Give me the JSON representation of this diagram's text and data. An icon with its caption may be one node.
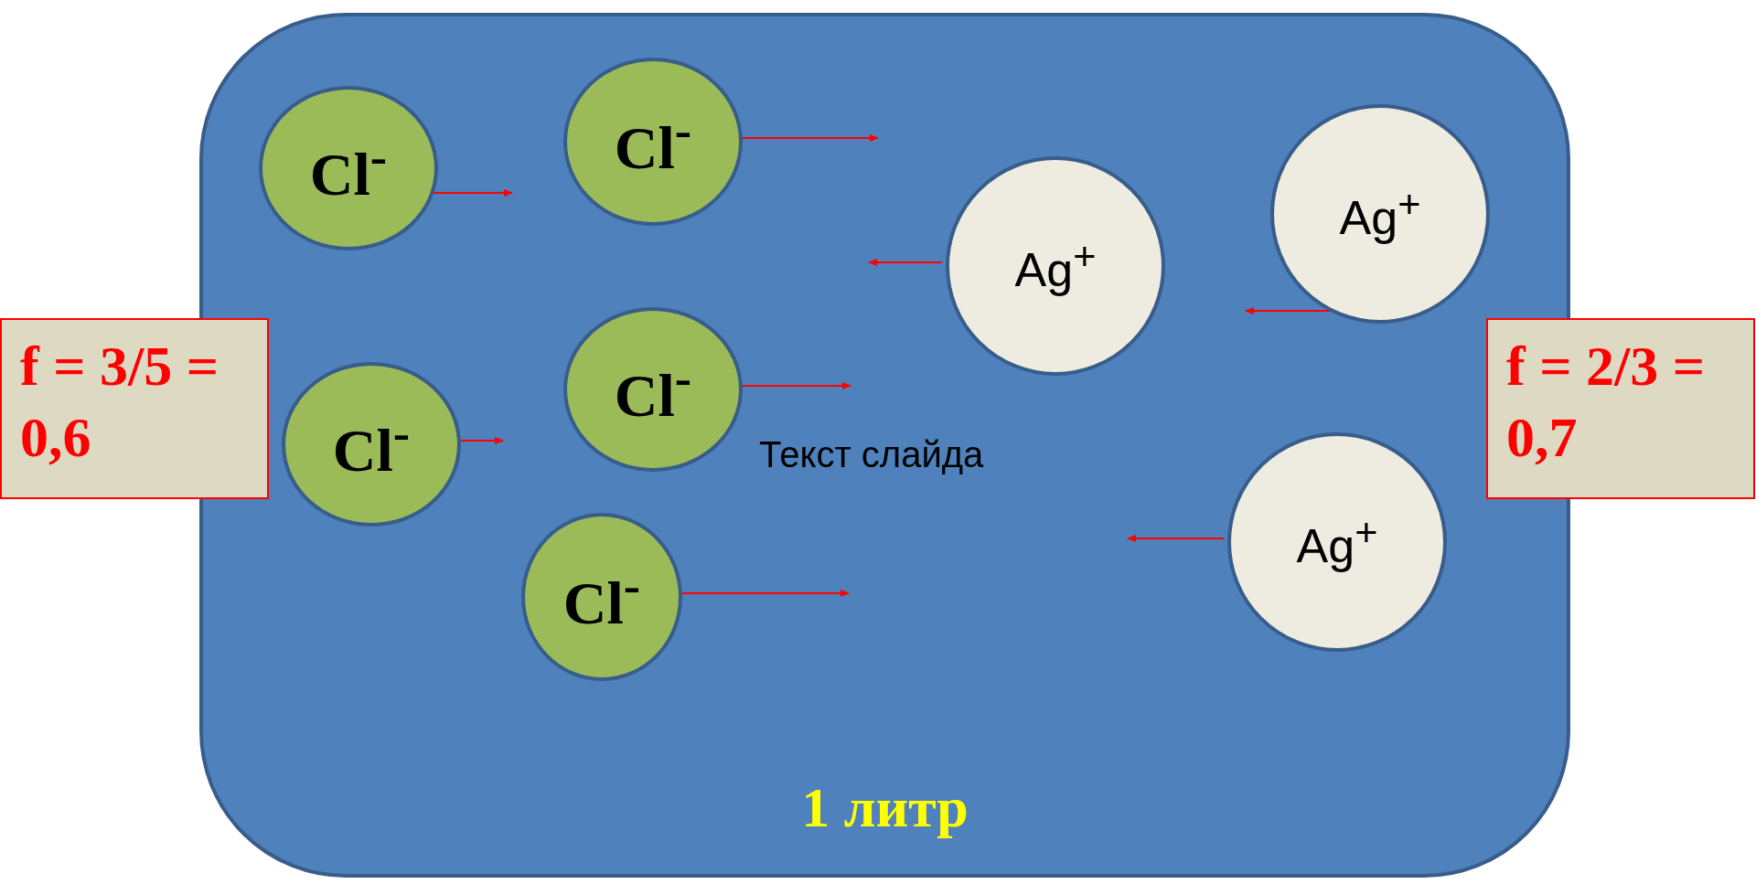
{
  "diagram": {
    "nodes": [
      {
        "text": [
          "1 литр"
        ]
      },
      {
        "text": [
          "Cl$^{-}$"
        ],
        "in": 0
      },
      {
        "text": [
          "Cl$^{-}$"
        ],
        "in": 0
      },
      {
        "text": [
          "Cl$^{-}$"
        ],
        "in": 0
      },
      {
        "text": [
          "Cl$^{-}$"
        ],
        "in": 0
      },
      {
        "text": [
          "Cl$^{-}$"
        ],
        "in": 0
      },
      {
        "text": [
          "Ag$^{+}$"
        ],
        "in": 0
      },
      {
        "text": [
          "Ag$^{+}$"
        ],
        "in": 0
      },
      {
        "text": [
          "Ag$^{+}$"
        ],
        "in": 0
      },
      {
        "text": [
          "f = 3/5 = 0,6"
        ]
      },
      {
        "text": [
          "f = 2/3 = 0,7"
        ]
      }
    ],
    "edges": [
      {
        "from": 1,
        "to": null,
        "arrow": "to"
      },
      {
        "from": 2,
        "to": null,
        "arrow": "to"
      },
      {
        "from": 3,
        "to": null,
        "arrow": "to"
      },
      {
        "from": 4,
        "to": null,
        "arrow": "to"
      },
      {
        "from": 5,
        "to": null,
        "arrow": "to"
      },
      {
        "from": 6,
        "to": null,
        "arrow": "to"
      },
      {
        "from": 7,
        "to": null,
        "arrow": "to"
      },
      {
        "from": 8,
        "to": null,
        "arrow": "to"
      }
    ],
    "labels": [
      "Текст слайда"
    ]
  }
}
